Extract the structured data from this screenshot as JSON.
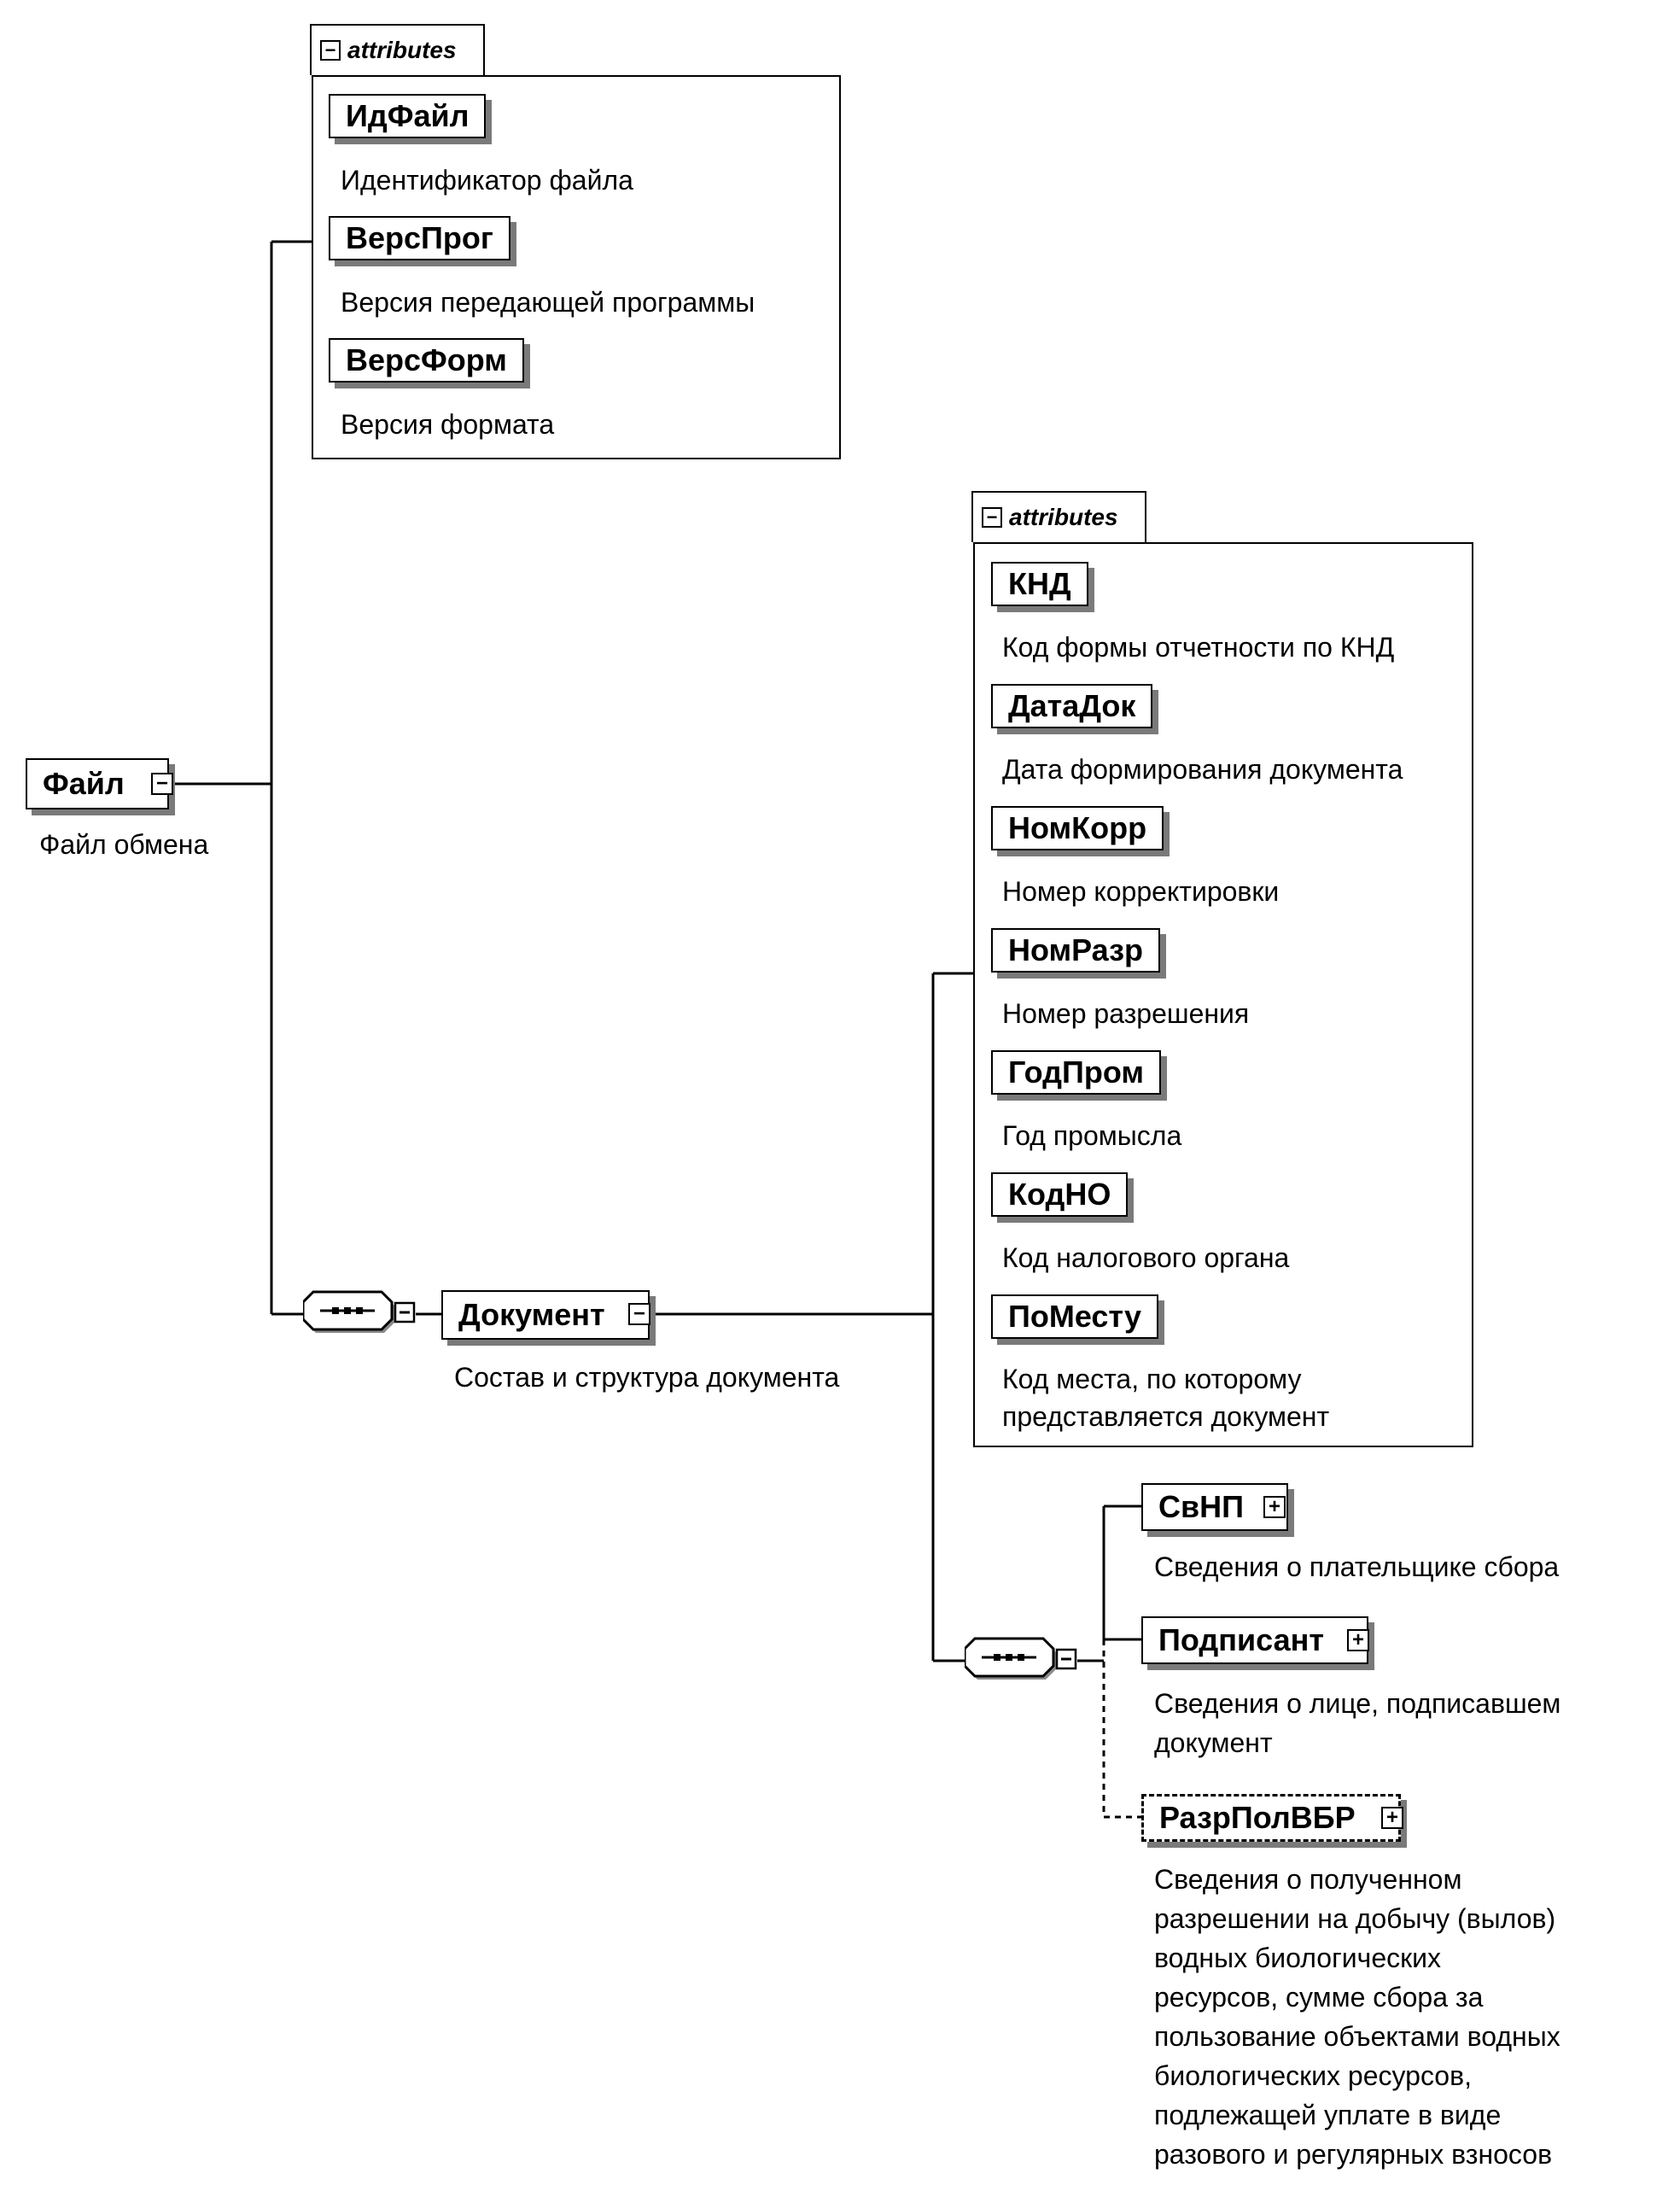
{
  "root": {
    "name": "Файл",
    "desc": "Файл обмена"
  },
  "file_attributes": {
    "tab_label": "attributes",
    "items": [
      {
        "name": "ИдФайл",
        "desc": "Идентификатор файла"
      },
      {
        "name": "ВерсПрог",
        "desc": "Версия передающей программы"
      },
      {
        "name": "ВерсФорм",
        "desc": "Версия формата"
      }
    ]
  },
  "document": {
    "name": "Документ",
    "desc": "Состав и структура документа"
  },
  "document_attributes": {
    "tab_label": "attributes",
    "items": [
      {
        "name": "КНД",
        "desc": "Код формы отчетности по КНД"
      },
      {
        "name": "ДатаДок",
        "desc": "Дата формирования документа"
      },
      {
        "name": "НомКорр",
        "desc": "Номер корректировки"
      },
      {
        "name": "НомРазр",
        "desc": "Номер разрешения"
      },
      {
        "name": "ГодПром",
        "desc": "Год промысла"
      },
      {
        "name": "КодНО",
        "desc": "Код налогового органа"
      },
      {
        "name": "ПоМесту",
        "desc_line1": "Код места, по которому",
        "desc_line2": "представляется документ"
      }
    ]
  },
  "children": {
    "svnp": {
      "name": "СвНП",
      "desc": "Сведения о плательщике сбора"
    },
    "podpisant": {
      "name": "Подписант",
      "desc_line1": "Сведения о лице, подписавшем",
      "desc_line2": "документ"
    },
    "razrpol": {
      "name": "РазрПолВБР",
      "desc_lines": [
        "Сведения о полученном",
        "разрешении на добычу (вылов)",
        "водных биологических",
        "ресурсов, сумме сбора за",
        "пользование объектами водных",
        "биологических ресурсов,",
        "подлежащей уплате в виде",
        "разового и регулярных взносов"
      ]
    }
  },
  "symbols": {
    "collapse": "−",
    "expand": "+"
  }
}
